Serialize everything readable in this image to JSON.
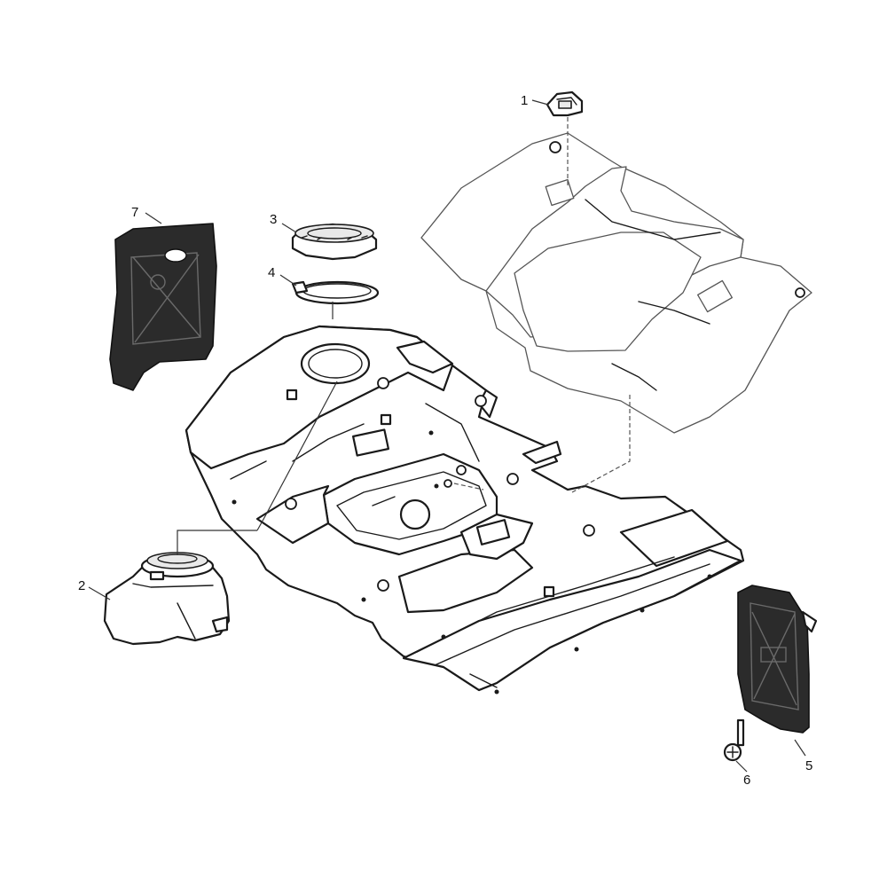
{
  "callouts": {
    "c1": "1",
    "c2": "2",
    "c3": "3",
    "c4": "4",
    "c5": "5",
    "c6": "6",
    "c7": "7"
  },
  "colors": {
    "outline": "#1a1a1a",
    "dark_part": "#2b2b2b",
    "background": "#ffffff"
  }
}
